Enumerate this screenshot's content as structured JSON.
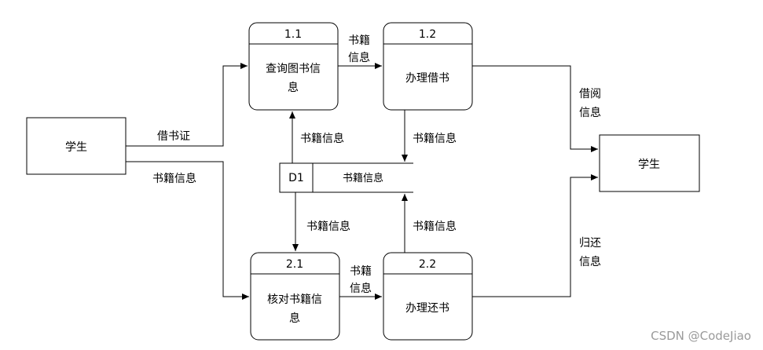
{
  "entities": {
    "student_source": "学生",
    "student_sink": "学生"
  },
  "processes": {
    "p11": {
      "id": "1.1",
      "line1": "查询图书信",
      "line2": "息"
    },
    "p12": {
      "id": "1.2",
      "line1": "办理借书"
    },
    "p21": {
      "id": "2.1",
      "line1": "核对书籍信",
      "line2": "息"
    },
    "p22": {
      "id": "2.2",
      "line1": "办理还书"
    }
  },
  "datastore": {
    "id": "D1",
    "name": "书籍信息"
  },
  "flows": {
    "borrow_card": "借书证",
    "book_info_left": "书籍信息",
    "p11_to_p12": {
      "line1": "书籍",
      "line2": "信息"
    },
    "d1_to_p11": "书籍信息",
    "p12_to_d1": "书籍信息",
    "d1_to_p21": "书籍信息",
    "p22_to_d1": "书籍信息",
    "p21_to_p22": {
      "line1": "书籍",
      "line2": "信息"
    },
    "borrow_read": {
      "line1": "借阅",
      "line2": "信息"
    },
    "return_info": {
      "line1": "归还",
      "line2": "信息"
    }
  },
  "watermark": "CSDN @CodeJiao"
}
